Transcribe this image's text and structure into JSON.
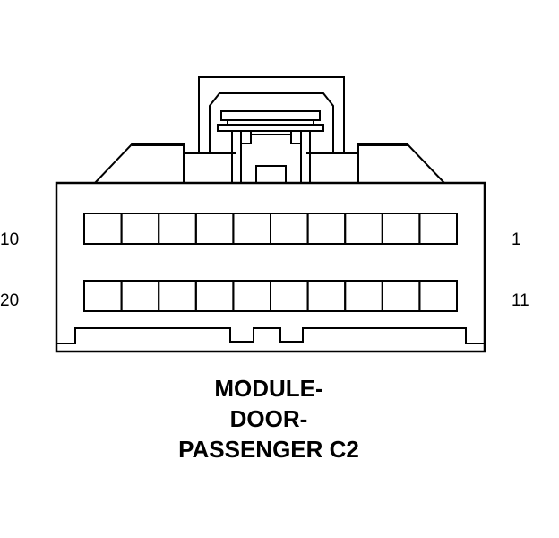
{
  "connector": {
    "pin_labels": {
      "top_left": "10",
      "top_right": "1",
      "bottom_left": "20",
      "bottom_right": "11"
    },
    "rows": 2,
    "cavities_per_row": 10
  },
  "caption": {
    "line1": "MODULE-",
    "line2": "DOOR-",
    "line3": "PASSENGER C2"
  }
}
